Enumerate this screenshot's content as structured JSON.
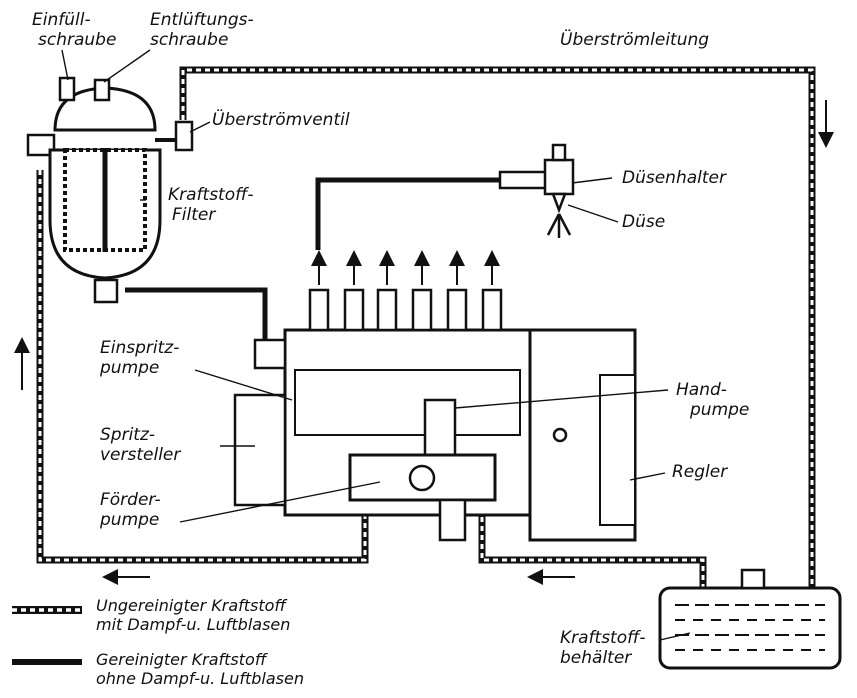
{
  "labels": {
    "einfuell": [
      "Einfüll-",
      "schraube"
    ],
    "entlueftung": [
      "Entlüftungs-",
      "schraube"
    ],
    "ueberstroemleitung": "Überströmleitung",
    "ueberstroemventil": "Überströmventil",
    "kraftstofffilter": [
      "Kraftstoff-",
      "Filter"
    ],
    "duesenhalter": "Düsenhalter",
    "duese": "Düse",
    "einspritzpumpe": [
      "Einspritz-",
      "pumpe"
    ],
    "handpumpe": [
      "Hand-",
      "pumpe"
    ],
    "spritzversteller": [
      "Spritz-",
      "versteller"
    ],
    "regler": "Regler",
    "foerderpumpe": [
      "Förder-",
      "pumpe"
    ],
    "kraftstoffbehaelter": [
      "Kraftstoff-",
      "behälter"
    ]
  },
  "legend": [
    {
      "style": "dashed",
      "lines": [
        "Ungereinigter Kraftstoff",
        "mit Dampf-u. Luftblasen"
      ]
    },
    {
      "style": "solid",
      "lines": [
        "Gereinigter Kraftstoff",
        "ohne Dampf-u. Luftblasen"
      ]
    }
  ],
  "colors": {
    "ink": "#111111",
    "paper": "#ffffff"
  }
}
